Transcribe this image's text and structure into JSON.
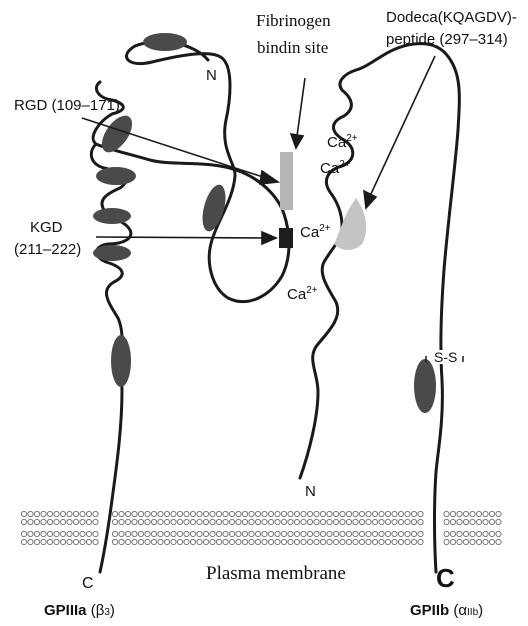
{
  "labels": {
    "fibrinogen_line1": "Fibrinogen",
    "fibrinogen_line2": "bindin site",
    "dodeca_line1": "Dodeca(KQAGDV)-",
    "dodeca_line2": "peptide (297–314)",
    "rgd": "RGD (109–171)",
    "kgd_line1": "KGD",
    "kgd_line2": "(211–222)",
    "n_beta": "N",
    "n_alpha": "N",
    "c_beta": "C",
    "c_alpha": "C",
    "ss_bond": "S-S",
    "membrane": "Plasma membrane",
    "calcium": {
      "base": "Ca",
      "sup": "2+"
    },
    "gp3a_name": "GPIIIa",
    "gp3a_open": "(β",
    "gp3a_sub": "3",
    "gp3a_close": ")",
    "gp2b_name": "GPIIb",
    "gp2b_open": "(α",
    "gp2b_sub": "IIb",
    "gp2b_close": ")"
  },
  "colors": {
    "chain": "#1a1a1a",
    "domain_oval": "#4a4a4a",
    "rgd_box": "#b5b5b5",
    "kgd_box": "#1e1e1e",
    "dodeca_shape": "#c4c4c4",
    "lipid_head": "#7a7a7a"
  }
}
